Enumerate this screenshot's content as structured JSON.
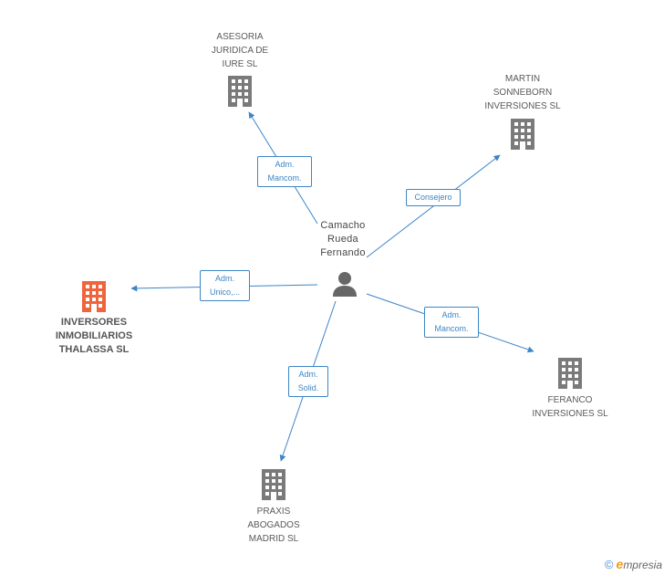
{
  "center": {
    "name": "Camacho Rueda Fernando",
    "name_lines": [
      "Camacho",
      "Rueda",
      "Fernando"
    ],
    "icon": "person-icon"
  },
  "companies": [
    {
      "key": "asesoria",
      "lines": [
        "ASESORIA",
        "JURIDICA DE",
        "IURE SL"
      ],
      "icon": "building-icon",
      "highlight": false
    },
    {
      "key": "martin",
      "lines": [
        "MARTIN",
        "SONNEBORN",
        "INVERSIONES SL"
      ],
      "icon": "building-icon",
      "highlight": false
    },
    {
      "key": "inversores",
      "lines": [
        "INVERSORES",
        "INMOBILIARIOS",
        "THALASSA SL"
      ],
      "icon": "building-icon",
      "highlight": true
    },
    {
      "key": "feranco",
      "lines": [
        "FERANCO",
        "INVERSIONES SL"
      ],
      "icon": "building-icon",
      "highlight": false
    },
    {
      "key": "praxis",
      "lines": [
        "PRAXIS",
        "ABOGADOS",
        "MADRID SL"
      ],
      "icon": "building-icon",
      "highlight": false
    }
  ],
  "relations": [
    {
      "to": "asesoria",
      "label_lines": [
        "Adm.",
        "Mancom."
      ]
    },
    {
      "to": "martin",
      "label_lines": [
        "Consejero"
      ]
    },
    {
      "to": "inversores",
      "label_lines": [
        "Adm.",
        "Unico,..."
      ]
    },
    {
      "to": "feranco",
      "label_lines": [
        "Adm.",
        "Mancom."
      ]
    },
    {
      "to": "praxis",
      "label_lines": [
        "Adm.",
        "Solid."
      ]
    }
  ],
  "footer": {
    "copyright_symbol": "©",
    "brand_initial": "e",
    "brand_rest": "mpresia"
  },
  "colors": {
    "edge": "#3d85c6",
    "building": "#7a7a7a",
    "building_highlight": "#f0643c",
    "person": "#666666"
  }
}
